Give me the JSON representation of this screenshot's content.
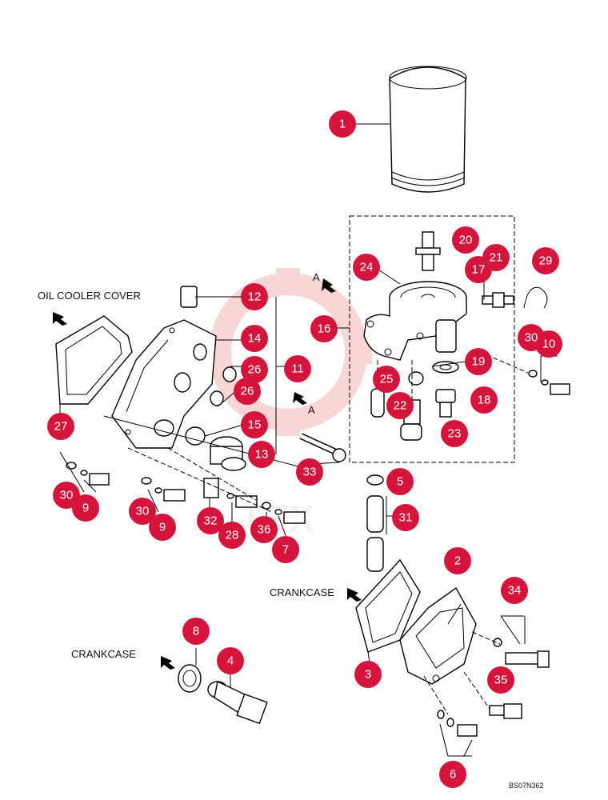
{
  "labels": {
    "oil_cooler_cover": "OIL COOLER COVER",
    "crankcase_top": "CRANKCASE",
    "crankcase_bottom": "CRANKCASE",
    "view_a_top": "A",
    "view_a_bottom": "A",
    "code": "BS07N362"
  },
  "colors": {
    "badge": "#d4143a",
    "watermark": "#f5b3b3"
  },
  "callouts": [
    "1",
    "2",
    "3",
    "4",
    "5",
    "6",
    "7",
    "8",
    "9",
    "9",
    "10",
    "11",
    "12",
    "13",
    "14",
    "15",
    "16",
    "17",
    "18",
    "19",
    "20",
    "21",
    "22",
    "23",
    "24",
    "25",
    "26",
    "26",
    "27",
    "28",
    "29",
    "30",
    "30",
    "30",
    "31",
    "32",
    "33",
    "34",
    "35",
    "36"
  ]
}
